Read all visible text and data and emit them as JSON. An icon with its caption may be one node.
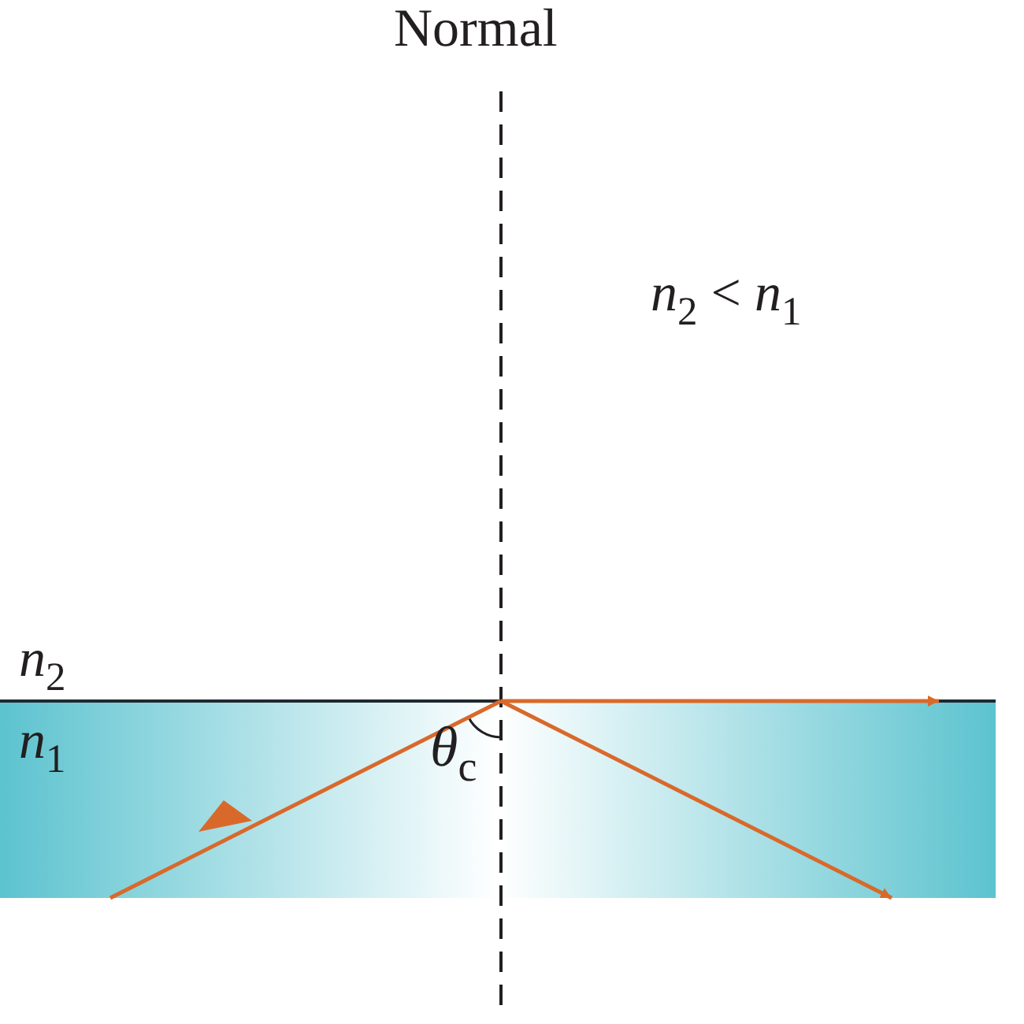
{
  "diagram": {
    "labels": [
      "Normal",
      "*n*$_{2}$ < *n*$_{1}$",
      "*n*$_{2}$",
      "*n*$_{1}$",
      "*θ*$_{c}$"
    ]
  }
}
